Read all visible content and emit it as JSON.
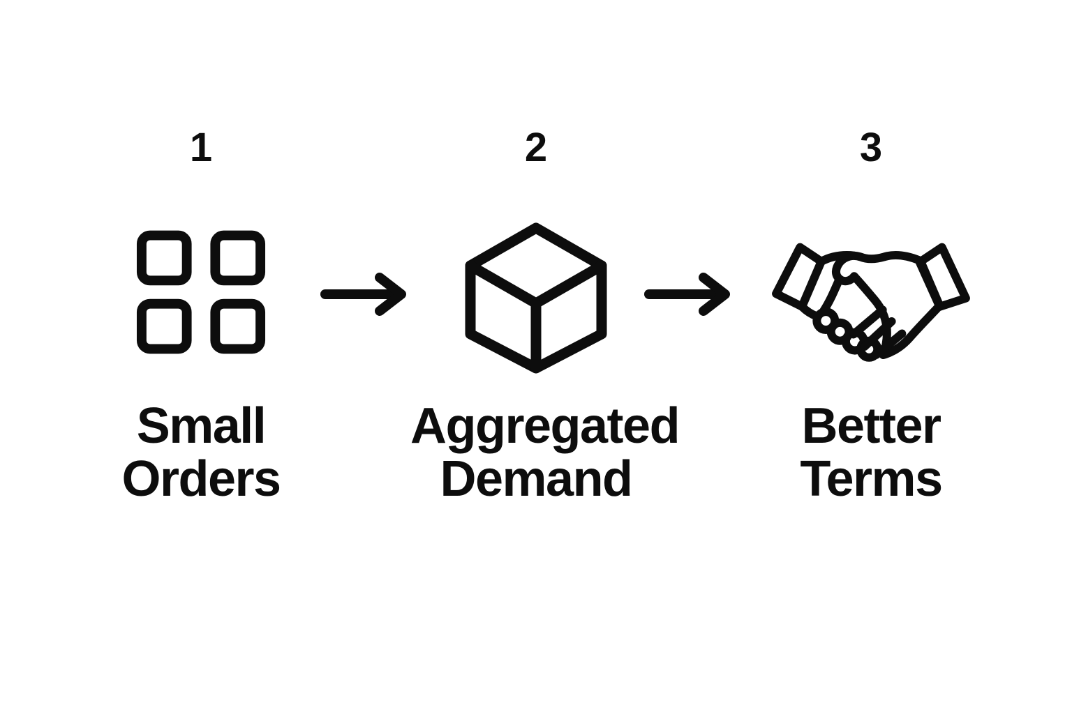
{
  "page": {
    "background": "#ffffff",
    "ink": "#0d0d0d"
  },
  "steps": [
    {
      "number": "1",
      "icon": "grid-of-squares-icon",
      "label_line1": "Small",
      "label_line2": "Orders"
    },
    {
      "number": "2",
      "icon": "cube-icon",
      "label_line1": "Aggregated",
      "label_line2": "Demand"
    },
    {
      "number": "3",
      "icon": "handshake-icon",
      "label_line1": "Better",
      "label_line2": "Terms"
    }
  ],
  "arrows": [
    {
      "icon": "arrow-right-icon"
    },
    {
      "icon": "arrow-right-icon"
    }
  ]
}
